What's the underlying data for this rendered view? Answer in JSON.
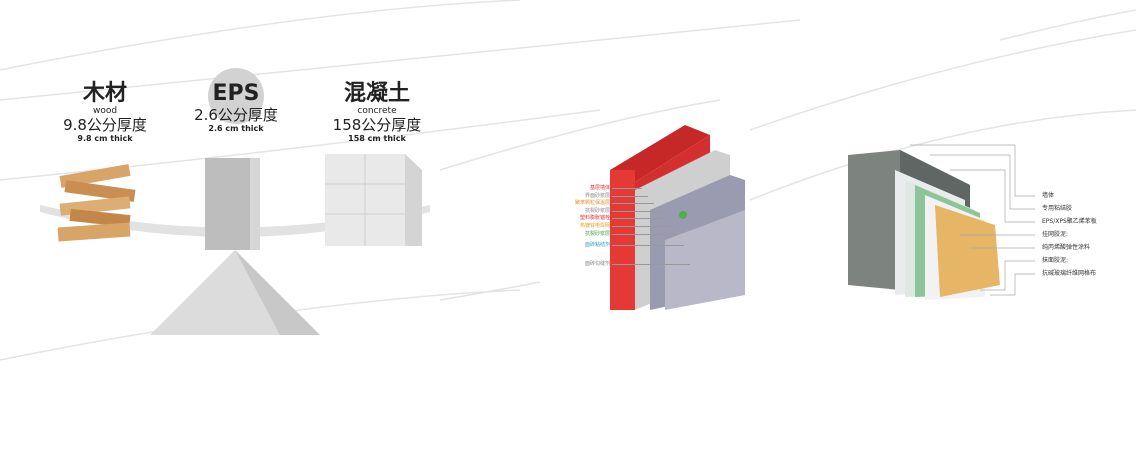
{
  "materials": [
    {
      "name_cn": "木材",
      "name_en": "wood",
      "thickness_cn": "9.8公分厚度",
      "thickness_en": "9.8 cm thick"
    },
    {
      "name_cn": "EPS",
      "name_en": "",
      "thickness_cn": "2.6公分厚度",
      "thickness_en": "2.6 cm thick"
    },
    {
      "name_cn": "混凝土",
      "name_en": "concrete",
      "thickness_cn": "158公分厚度",
      "thickness_en": "158 cm thick"
    }
  ],
  "brick_diagram_labels": [
    {
      "text": "基层墙体",
      "color": "#e0303a"
    },
    {
      "text": "界面砂浆层",
      "color": "#888888"
    },
    {
      "text": "聚苯颗粒保温层",
      "color": "#e8902a"
    },
    {
      "text": "抗裂砂浆层",
      "color": "#888888"
    },
    {
      "text": "塑料膨胀锚栓",
      "color": "#e0303a"
    },
    {
      "text": "热镀锌电焊网",
      "color": "#e8a020"
    },
    {
      "text": "抗裂砂浆层",
      "color": "#40a050"
    },
    {
      "text": "面砖粘结剂",
      "color": "#30a0c0"
    },
    {
      "text": "面砖勾缝剂",
      "color": "#888888"
    }
  ],
  "layer_diagram_labels": [
    "墙体",
    "专用粘结胶",
    "EPS/XPS聚乙烯苯板",
    "挂网胶泥:",
    "纯丙烯酸弹性涂料",
    "抹面胶泥:",
    "抗碱玻璃纤维网格布"
  ]
}
